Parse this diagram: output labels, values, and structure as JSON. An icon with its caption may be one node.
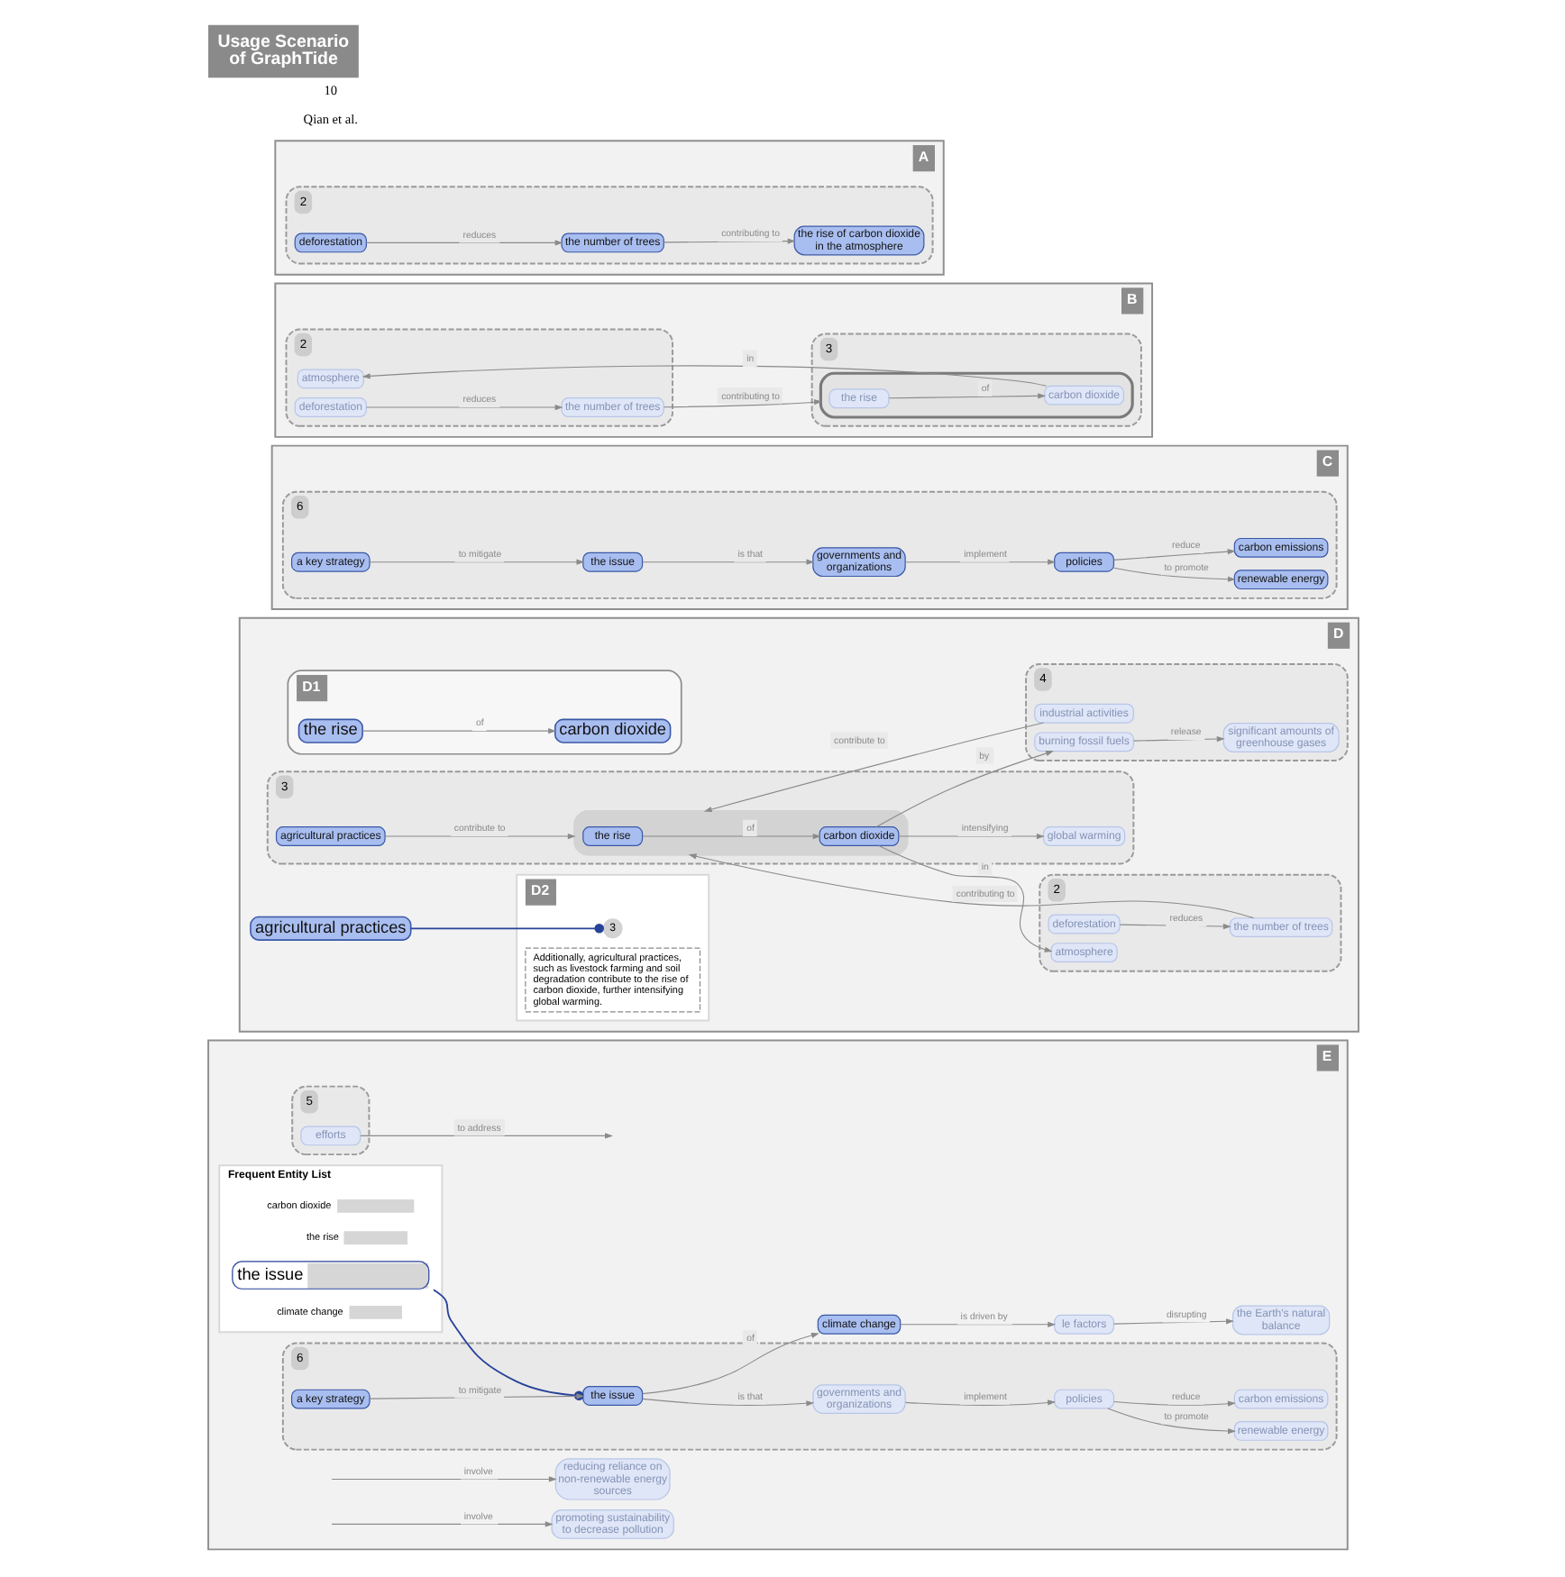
{
  "diagram": {
    "title": "Usage Scenario of GraphTide",
    "nodes": [
      {
        "text": [
          "A"
        ]
      },
      {
        "text": [
          "2"
        ],
        "in": 0
      },
      {
        "text": [
          "deforestation"
        ],
        "in": 1
      },
      {
        "text": [
          "the number of trees"
        ],
        "in": 1
      },
      {
        "text": [
          "the rise of carbon dioxide in the atmosphere"
        ],
        "in": 1
      },
      {
        "text": [
          "B"
        ]
      },
      {
        "text": [
          "2"
        ],
        "in": 5
      },
      {
        "text": [
          "deforestation"
        ],
        "in": 6
      },
      {
        "text": [
          "the number of trees"
        ],
        "in": 6
      },
      {
        "text": [
          "atmosphere"
        ],
        "in": 6
      },
      {
        "text": [
          "3"
        ],
        "in": 5
      },
      {
        "text": [],
        "shape": "ellipse",
        "in": 10
      },
      {
        "text": [
          "the rise"
        ],
        "in": 11
      },
      {
        "text": [
          "carbon dioxide"
        ],
        "in": 11
      },
      {
        "text": [
          "C"
        ]
      },
      {
        "text": [
          "6"
        ],
        "in": 14
      },
      {
        "text": [
          "a key strategy"
        ],
        "in": 15
      },
      {
        "text": [
          "the issue"
        ],
        "in": 15
      },
      {
        "text": [
          "governments and organizations"
        ],
        "in": 15
      },
      {
        "text": [
          "policies"
        ],
        "in": 15
      },
      {
        "text": [
          "renewable energy"
        ],
        "in": 15
      },
      {
        "text": [
          "carbon emissions"
        ],
        "in": 15
      },
      {
        "text": [
          "D"
        ]
      },
      {
        "text": [
          "2"
        ],
        "in": 22
      },
      {
        "text": [
          "deforestation"
        ],
        "in": 23
      },
      {
        "text": [
          "the number of trees"
        ],
        "in": 23
      },
      {
        "text": [
          "atmosphere"
        ],
        "in": 23
      },
      {
        "text": [
          "D1"
        ],
        "in": 22
      },
      {
        "text": [
          "the rise"
        ],
        "in": 27
      },
      {
        "text": [
          "carbon dioxide"
        ],
        "in": 27
      },
      {
        "text": [
          "3"
        ],
        "in": 22
      },
      {
        "text": [
          "agricultural practices"
        ],
        "in": 30
      },
      {
        "text": [],
        "shape": "blob",
        "in": 30
      },
      {
        "text": [
          "the rise"
        ],
        "in": 32
      },
      {
        "text": [
          "carbon dioxide"
        ],
        "in": 32
      },
      {
        "text": [
          "global warming"
        ],
        "in": 30
      },
      {
        "text": [
          "agricultural practices"
        ],
        "in": 22
      },
      {
        "text": [
          "4"
        ],
        "in": 22
      },
      {
        "text": [
          "industrial activities"
        ],
        "in": 37
      },
      {
        "text": [
          "burning fossil fuels"
        ],
        "in": 37
      },
      {
        "text": [
          "significant amounts of greenhouse gases"
        ],
        "in": 37
      },
      {
        "text": [
          "D2"
        ],
        "in": 22
      },
      {
        "text": [
          "3"
        ],
        "in": 41
      },
      {
        "text": [
          "Additionally, agricultural practices, such as livestock farming and soil degradation contribute to the rise of carbon dioxide, further intensifying global warming."
        ],
        "in": 41
      },
      {
        "text": [
          "E"
        ]
      },
      {
        "text": [
          "Frequent Entity List"
        ],
        "in": 44
      },
      {
        "text": [
          "the issue"
        ],
        "in": 45
      },
      {
        "text": [
          "le factors"
        ],
        "in": 44
      },
      {
        "text": [
          "the Earth's natural balance"
        ],
        "in": 44
      },
      {
        "text": [
          "climate change"
        ],
        "in": 44
      },
      {
        "text": [
          "reducing reliance on non-renewable energy sources"
        ],
        "in": 44
      },
      {
        "text": [
          "5"
        ],
        "in": 44
      },
      {
        "text": [
          "efforts"
        ],
        "in": 51
      },
      {
        "text": [
          "promoting sustainability to decrease pollution"
        ],
        "in": 44
      },
      {
        "text": [
          "6"
        ],
        "in": 44
      },
      {
        "text": [
          "the issue"
        ],
        "in": 54
      },
      {
        "text": [
          "a key strategy"
        ],
        "in": 54
      },
      {
        "text": [
          "governments and organizations"
        ],
        "in": 54
      },
      {
        "text": [
          "policies"
        ],
        "in": 54
      },
      {
        "text": [
          "renewable energy"
        ],
        "in": 54
      },
      {
        "text": [
          "carbon emissions"
        ],
        "in": 54
      }
    ],
    "edges": [
      {
        "from": 2,
        "to": 3,
        "arrow": "to",
        "label": "reduces"
      },
      {
        "from": 3,
        "to": 4,
        "arrow": "to",
        "label": "contributing to"
      },
      {
        "from": 7,
        "to": 8,
        "arrow": "to",
        "label": "reduces"
      },
      {
        "from": 8,
        "to": 11,
        "arrow": "to",
        "label": "contributing to"
      },
      {
        "from": 12,
        "to": 13,
        "arrow": "to",
        "label": "of"
      },
      {
        "from": 13,
        "to": 9,
        "arrow": "to",
        "label": "in"
      },
      {
        "from": 16,
        "to": 17,
        "arrow": "to",
        "label": "to mitigate"
      },
      {
        "from": 17,
        "to": 18,
        "arrow": "to",
        "label": "is that"
      },
      {
        "from": 18,
        "to": 19,
        "arrow": "to",
        "label": "implement"
      },
      {
        "from": 19,
        "to": 20,
        "arrow": "to",
        "label": "to promote"
      },
      {
        "from": 19,
        "to": 21,
        "arrow": "to",
        "label": "reduce"
      },
      {
        "from": 24,
        "to": 25,
        "arrow": "to",
        "label": "reduces"
      },
      {
        "from": 25,
        "to": 32,
        "arrow": "to",
        "label": "contributing to"
      },
      {
        "from": 31,
        "to": 32,
        "arrow": "to",
        "label": "contribute to"
      },
      {
        "from": 33,
        "to": 34,
        "arrow": "to",
        "label": "of"
      },
      {
        "from": 34,
        "to": 26,
        "arrow": "to",
        "label": "in"
      },
      {
        "from": 34,
        "to": 35,
        "arrow": "to",
        "label": "intensifying"
      },
      {
        "from": 34,
        "to": 39,
        "arrow": "to",
        "label": "by"
      },
      {
        "from": 38,
        "to": 32,
        "arrow": "to",
        "label": "contribute to"
      },
      {
        "from": 39,
        "to": 40,
        "arrow": "to",
        "label": "release"
      },
      {
        "from": 28,
        "to": 29,
        "arrow": "to",
        "label": "of"
      },
      {
        "from": 36,
        "to": 42,
        "arrow": "other",
        "color": "#27429a"
      },
      {
        "from": 47,
        "to": 48,
        "arrow": "to",
        "label": "disrupting"
      },
      {
        "from": 49,
        "to": 47,
        "arrow": "to",
        "label": "is driven by"
      },
      {
        "from": 55,
        "to": 49,
        "arrow": "to",
        "label": "of"
      },
      {
        "from": 52,
        "to": null,
        "arrow": "to",
        "label": "to address"
      },
      {
        "from": null,
        "to": 50,
        "arrow": "to",
        "label": "involve"
      },
      {
        "from": null,
        "to": 53,
        "arrow": "to",
        "label": "involve"
      },
      {
        "from": 56,
        "to": 55,
        "arrow": "to",
        "label": "to mitigate"
      },
      {
        "from": 55,
        "to": 57,
        "arrow": "to",
        "label": "is that"
      },
      {
        "from": 57,
        "to": 58,
        "arrow": "to",
        "label": "implement"
      },
      {
        "from": 58,
        "to": 59,
        "arrow": "to",
        "label": "to promote"
      },
      {
        "from": 58,
        "to": 60,
        "arrow": "to",
        "label": "reduce"
      },
      {
        "from": 46,
        "to": 55,
        "arrow": "other",
        "color": "#27429a"
      }
    ],
    "labels": [
      "10",
      "Qian et al.",
      "carbon dioxide",
      "the rise",
      "climate change"
    ]
  }
}
